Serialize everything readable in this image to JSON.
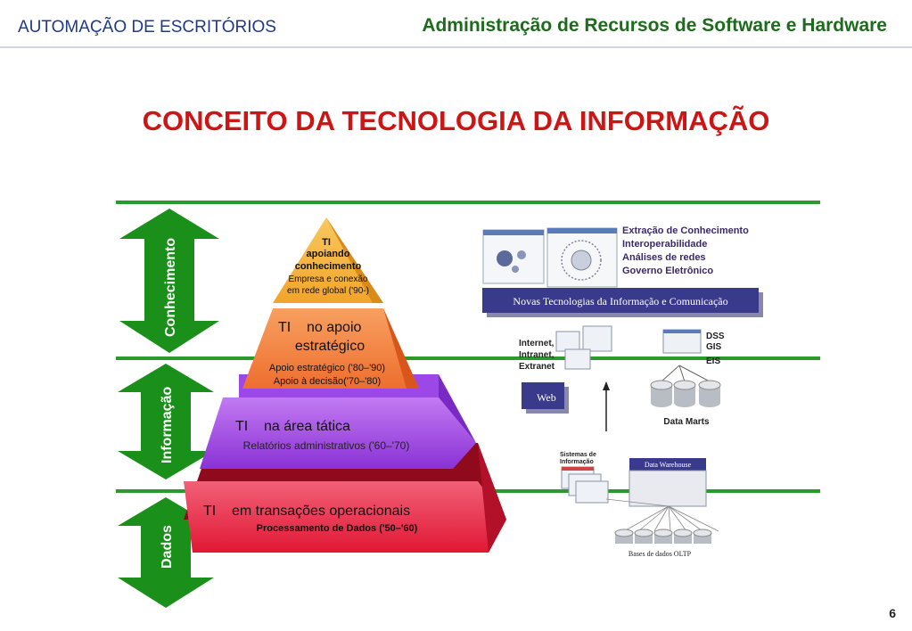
{
  "header": {
    "left_title": "AUTOMAÇÃO DE ESCRITÓRIOS",
    "right_title": "Administração de Recursos de Software e Hardware"
  },
  "slide": {
    "title": "CONCEITO DA TECNOLOGIA DA INFORMAÇÃO",
    "page_number": "6"
  },
  "arrows": {
    "conhecimento": "Conhecimento",
    "informacao": "Informação",
    "dados": "Dados"
  },
  "pyramid": {
    "top": {
      "line1": "TI",
      "line2": "apoiando",
      "line3": "conhecimento",
      "line4": "Empresa e conexão",
      "line5": "em rede global ('90-)"
    },
    "strategic": {
      "line1": "TI    no apoio",
      "line2": "estratégico",
      "line3": "Apoio estratégico ('80–'90)",
      "line4": "Apoio à decisão('70–'80)"
    },
    "tactical": {
      "line1": "TI    na área tática",
      "line2": "Relatórios administrativos ('60–'70)"
    },
    "operational": {
      "line1": "TI    em transações operacionais",
      "line2": "Processamento de Dados ('50–'60)"
    }
  },
  "right_panel": {
    "knowledge_list": [
      "Extração de Conhecimento",
      "Interoperabilidade",
      "Análises de redes",
      "Governo Eletrônico"
    ],
    "banner": "Novas Tecnologias da Informação e Comunicação",
    "internet_label": [
      "Internet,",
      "Intranet,",
      "Extranet"
    ],
    "dss_label": [
      "DSS",
      "GIS",
      "EIS"
    ],
    "web_label": "Web",
    "data_marts": "Data Marts",
    "sistemas": [
      "Sistemas de",
      "Informação"
    ],
    "data_warehouse": "Data Warehouse",
    "oltp": "Bases de dados OLTP"
  },
  "colors": {
    "green_arrow": "#1a8f1a",
    "divider_green": "#2a9a2a",
    "top_tier": "#f6b43c",
    "strategic_tier": "#f2874a",
    "tactical_tier": "#a24de0",
    "operational_tier": "#e8294c",
    "banner_bg": "#3a3a8c"
  }
}
